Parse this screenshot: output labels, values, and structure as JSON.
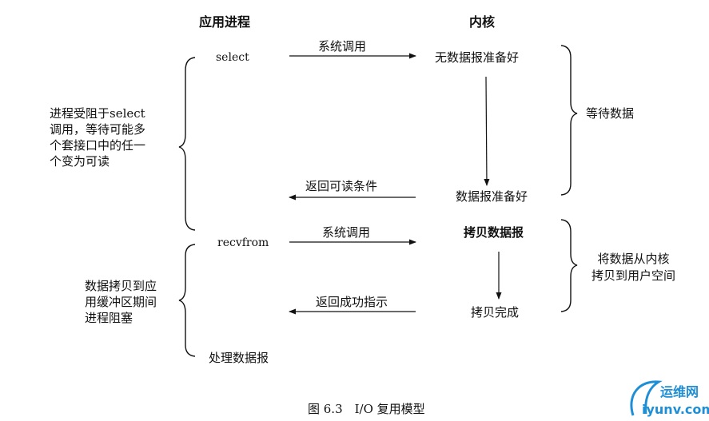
{
  "headers": {
    "app_process": "应用进程",
    "kernel": "内核"
  },
  "left_notes": {
    "select_block": "进程受阻于select\n调用，等待可能多\n个套接口中的任一\n个变为可读",
    "copy_block": "数据拷贝到应\n用缓冲区期间\n进程阻塞"
  },
  "app_calls": {
    "select": "select",
    "recvfrom": "recvfrom",
    "process": "处理数据报"
  },
  "messages": {
    "syscall_1": "系统调用",
    "return_readable": "返回可读条件",
    "syscall_2": "系统调用",
    "return_ok": "返回成功指示"
  },
  "kernel_states": {
    "no_data": "无数据报准备好",
    "data_ready": "数据报准备好",
    "copy_data": "拷贝数据报",
    "copy_done": "拷贝完成"
  },
  "right_notes": {
    "wait": "等待数据",
    "copy": "将数据从内核\n拷贝到用户空间"
  },
  "caption": "图 6.3　I/O 复用模型",
  "watermark": {
    "cn": "运维网",
    "url": "iyunv.com",
    "color": "#1e8fd6"
  }
}
